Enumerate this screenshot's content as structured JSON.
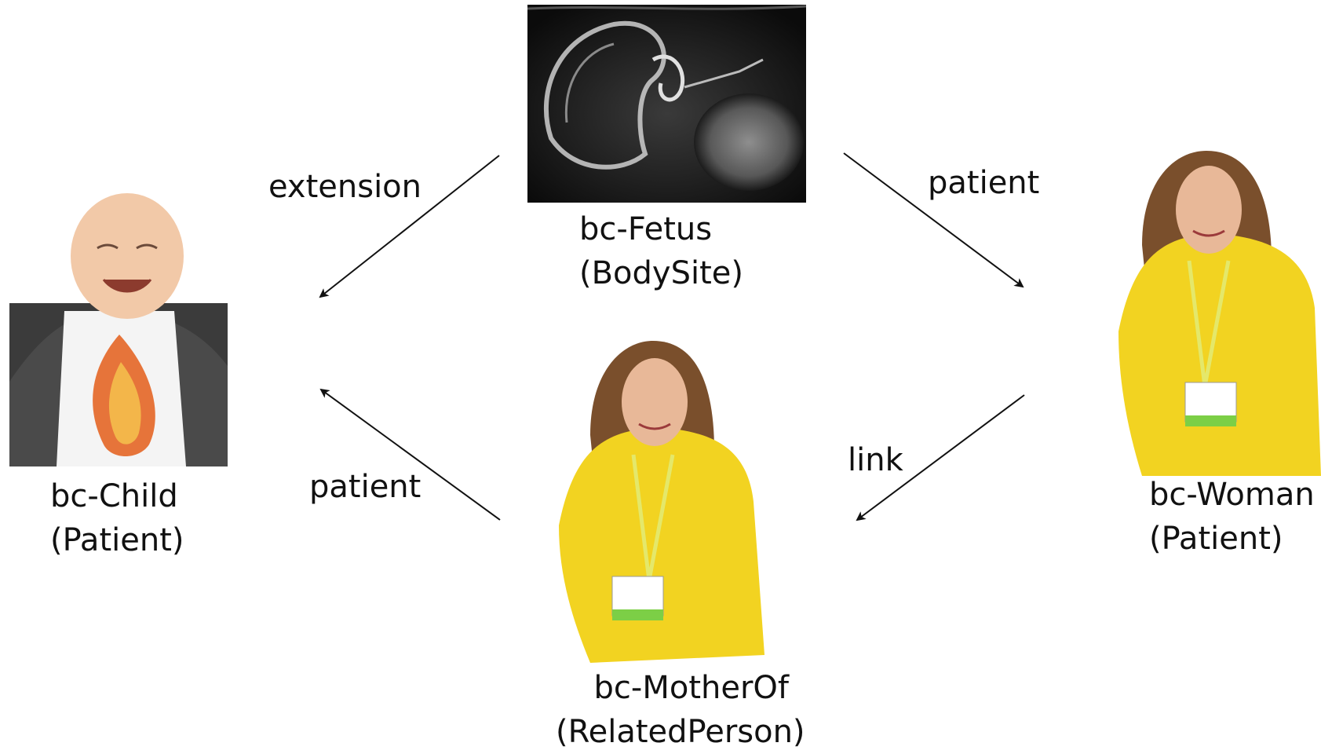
{
  "nodes": {
    "fetus": {
      "name": "bc-Fetus",
      "type": "(BodySite)"
    },
    "child": {
      "name": "bc-Child",
      "type": "(Patient)"
    },
    "woman": {
      "name": "bc-Woman",
      "type": "(Patient)"
    },
    "mother": {
      "name": "bc-MotherOf",
      "type": "(RelatedPerson)"
    }
  },
  "edges": {
    "fetus_to_child": "extension",
    "fetus_to_woman": "patient",
    "woman_to_mother": "link",
    "mother_to_child": "patient"
  },
  "images": {
    "fetus": "ultrasound-image",
    "child": "baby-photo",
    "woman": "woman-photo",
    "mother": "mother-photo"
  }
}
